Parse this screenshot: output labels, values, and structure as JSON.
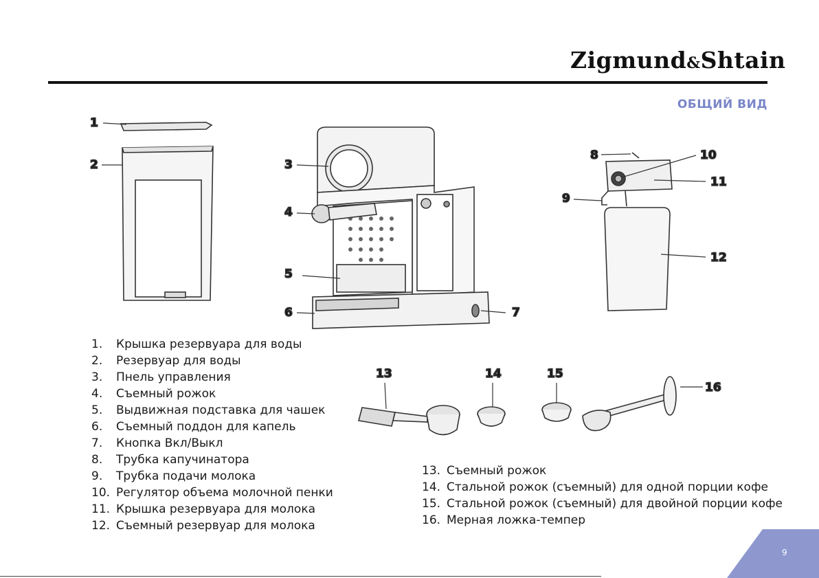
{
  "header": {
    "logo_part1": "Zigmund",
    "logo_amp": "&",
    "logo_part2": "Shtain",
    "section_title": "ОБЩИЙ ВИД"
  },
  "callouts": [
    "1",
    "2",
    "3",
    "4",
    "5",
    "6",
    "7",
    "8",
    "9",
    "10",
    "11",
    "12",
    "13",
    "14",
    "15",
    "16"
  ],
  "parts_list_a": [
    {
      "num": "1.",
      "label": "Крышка резервуара для воды"
    },
    {
      "num": "2.",
      "label": "Резервуар для воды"
    },
    {
      "num": "3.",
      "label": "Пнель управления"
    },
    {
      "num": "4.",
      "label": "Съемный рожок"
    },
    {
      "num": "5.",
      "label": "Выдвижная подставка для чашек"
    },
    {
      "num": "6.",
      "label": "Съемный поддон для капель"
    },
    {
      "num": "7.",
      "label": "Кнопка Вкл/Выкл"
    },
    {
      "num": "8.",
      "label": "Трубка капучинатора"
    },
    {
      "num": "9.",
      "label": "Трубка подачи молока"
    },
    {
      "num": "10.",
      "label": "Регулятор объема молочной пенки"
    },
    {
      "num": "11.",
      "label": "Крышка резервуара для молока"
    },
    {
      "num": "12.",
      "label": "Съемный резервуар для молока"
    }
  ],
  "parts_list_b": [
    {
      "num": "13.",
      "label": "Съемный рожок"
    },
    {
      "num": "14.",
      "label": "Стальной рожок (съемный) для одной порции кофе"
    },
    {
      "num": "15.",
      "label": "Стальной рожок (съемный) для двойной порции кофе"
    },
    {
      "num": "16.",
      "label": "Мерная ложка-темпер"
    }
  ],
  "footer": {
    "page_number": "9"
  },
  "colors": {
    "accent": "#7a86c8",
    "corner": "#8e98cf",
    "ink": "#111111"
  }
}
